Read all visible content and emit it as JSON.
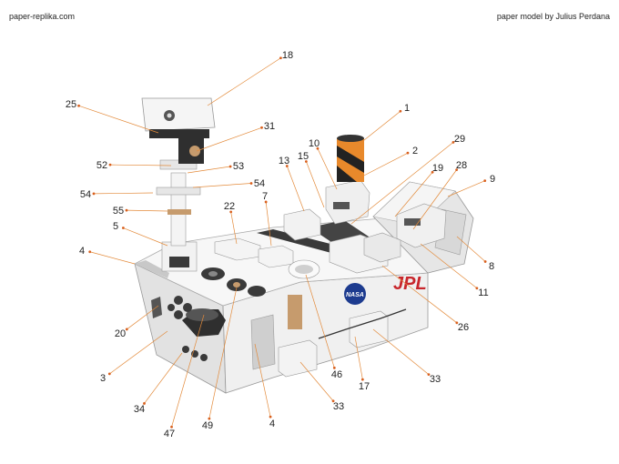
{
  "header": {
    "site": "paper-replika.com",
    "credit": "paper model by Julius Perdana"
  },
  "model": {
    "logo_jpl": "JPL",
    "logo_nasa": "NASA"
  },
  "colors": {
    "leader": "#e38a3a",
    "dot": "#d9601e",
    "body": "#eeeeee",
    "body_shade": "#d4d4d4",
    "dark": "#3a3a3a",
    "jpl_red": "#c8262c",
    "nasa_blue": "#1d3b8f",
    "orange": "#e8892b",
    "tan": "#c69b6d"
  },
  "callouts": [
    {
      "id": "c18",
      "text": "18"
    },
    {
      "id": "c25",
      "text": "25"
    },
    {
      "id": "c31",
      "text": "31"
    },
    {
      "id": "c1",
      "text": "1"
    },
    {
      "id": "c10",
      "text": "10"
    },
    {
      "id": "c2",
      "text": "2"
    },
    {
      "id": "c29",
      "text": "29"
    },
    {
      "id": "c15",
      "text": "15"
    },
    {
      "id": "c13",
      "text": "13"
    },
    {
      "id": "c19",
      "text": "19"
    },
    {
      "id": "c28",
      "text": "28"
    },
    {
      "id": "c9",
      "text": "9"
    },
    {
      "id": "c52",
      "text": "52"
    },
    {
      "id": "c53",
      "text": "53"
    },
    {
      "id": "c54a",
      "text": "54"
    },
    {
      "id": "c54b",
      "text": "54"
    },
    {
      "id": "c22",
      "text": "22"
    },
    {
      "id": "c7",
      "text": "7"
    },
    {
      "id": "c55",
      "text": "55"
    },
    {
      "id": "c5",
      "text": "5"
    },
    {
      "id": "c4a",
      "text": "4"
    },
    {
      "id": "c8",
      "text": "8"
    },
    {
      "id": "c11",
      "text": "11"
    },
    {
      "id": "c26",
      "text": "26"
    },
    {
      "id": "c20",
      "text": "20"
    },
    {
      "id": "c3",
      "text": "3"
    },
    {
      "id": "c34",
      "text": "34"
    },
    {
      "id": "c47",
      "text": "47"
    },
    {
      "id": "c49",
      "text": "49"
    },
    {
      "id": "c4b",
      "text": "4"
    },
    {
      "id": "c33a",
      "text": "33"
    },
    {
      "id": "c46",
      "text": "46"
    },
    {
      "id": "c17",
      "text": "17"
    },
    {
      "id": "c33b",
      "text": "33"
    }
  ]
}
